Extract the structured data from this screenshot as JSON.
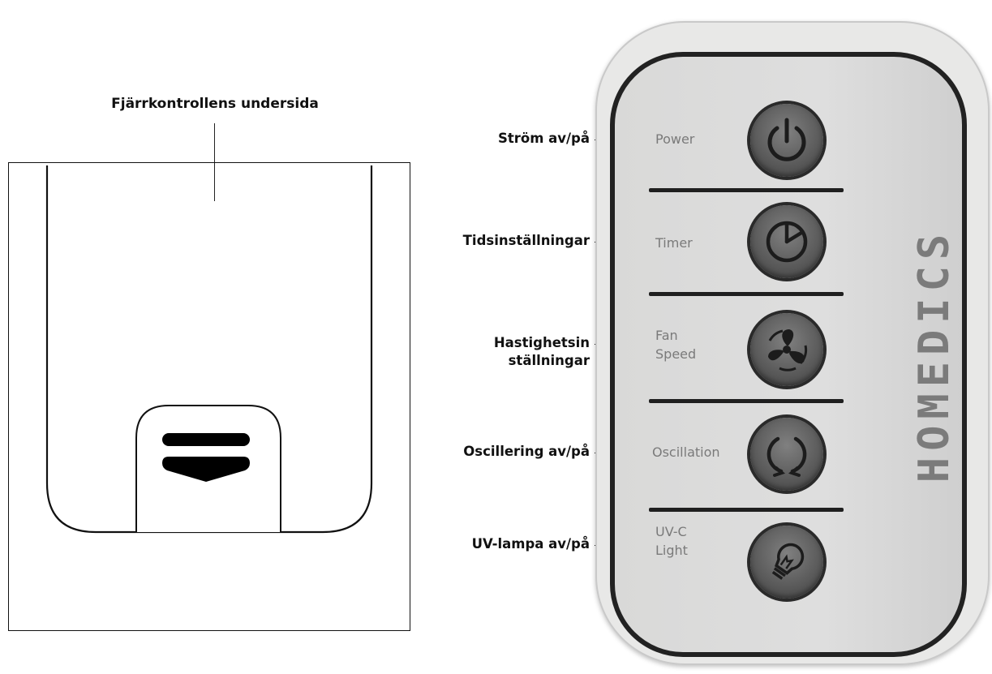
{
  "left_panel": {
    "title": "Fjärrkontrollens undersida"
  },
  "callouts": [
    {
      "id": "power",
      "text": "Ström av/på"
    },
    {
      "id": "timer",
      "text": "Tidsinställningar"
    },
    {
      "id": "fan_speed",
      "lines": [
        "Hastighetsin",
        "ställningar"
      ]
    },
    {
      "id": "oscillation",
      "text": "Oscillering av/på"
    },
    {
      "id": "uv",
      "text": "UV-lampa av/på"
    }
  ],
  "remote": {
    "brand": "HOMEDICS",
    "buttons": [
      {
        "id": "power",
        "lines": [
          "Power"
        ],
        "icon": "power-icon"
      },
      {
        "id": "timer",
        "lines": [
          "Timer"
        ],
        "icon": "timer-icon"
      },
      {
        "id": "fan_speed",
        "lines": [
          "Fan",
          "Speed"
        ],
        "icon": "fan-icon"
      },
      {
        "id": "oscillation",
        "lines": [
          "Oscillation"
        ],
        "icon": "oscillation-icon"
      },
      {
        "id": "uv_light",
        "lines": [
          "UV-C",
          "Light"
        ],
        "icon": "lightbulb-icon"
      }
    ]
  },
  "colors": {
    "remote_body": "#e8e8e7",
    "button_fill": "#5c5c5c",
    "label_gray": "#7a7a7a",
    "line_dark": "#222222"
  }
}
